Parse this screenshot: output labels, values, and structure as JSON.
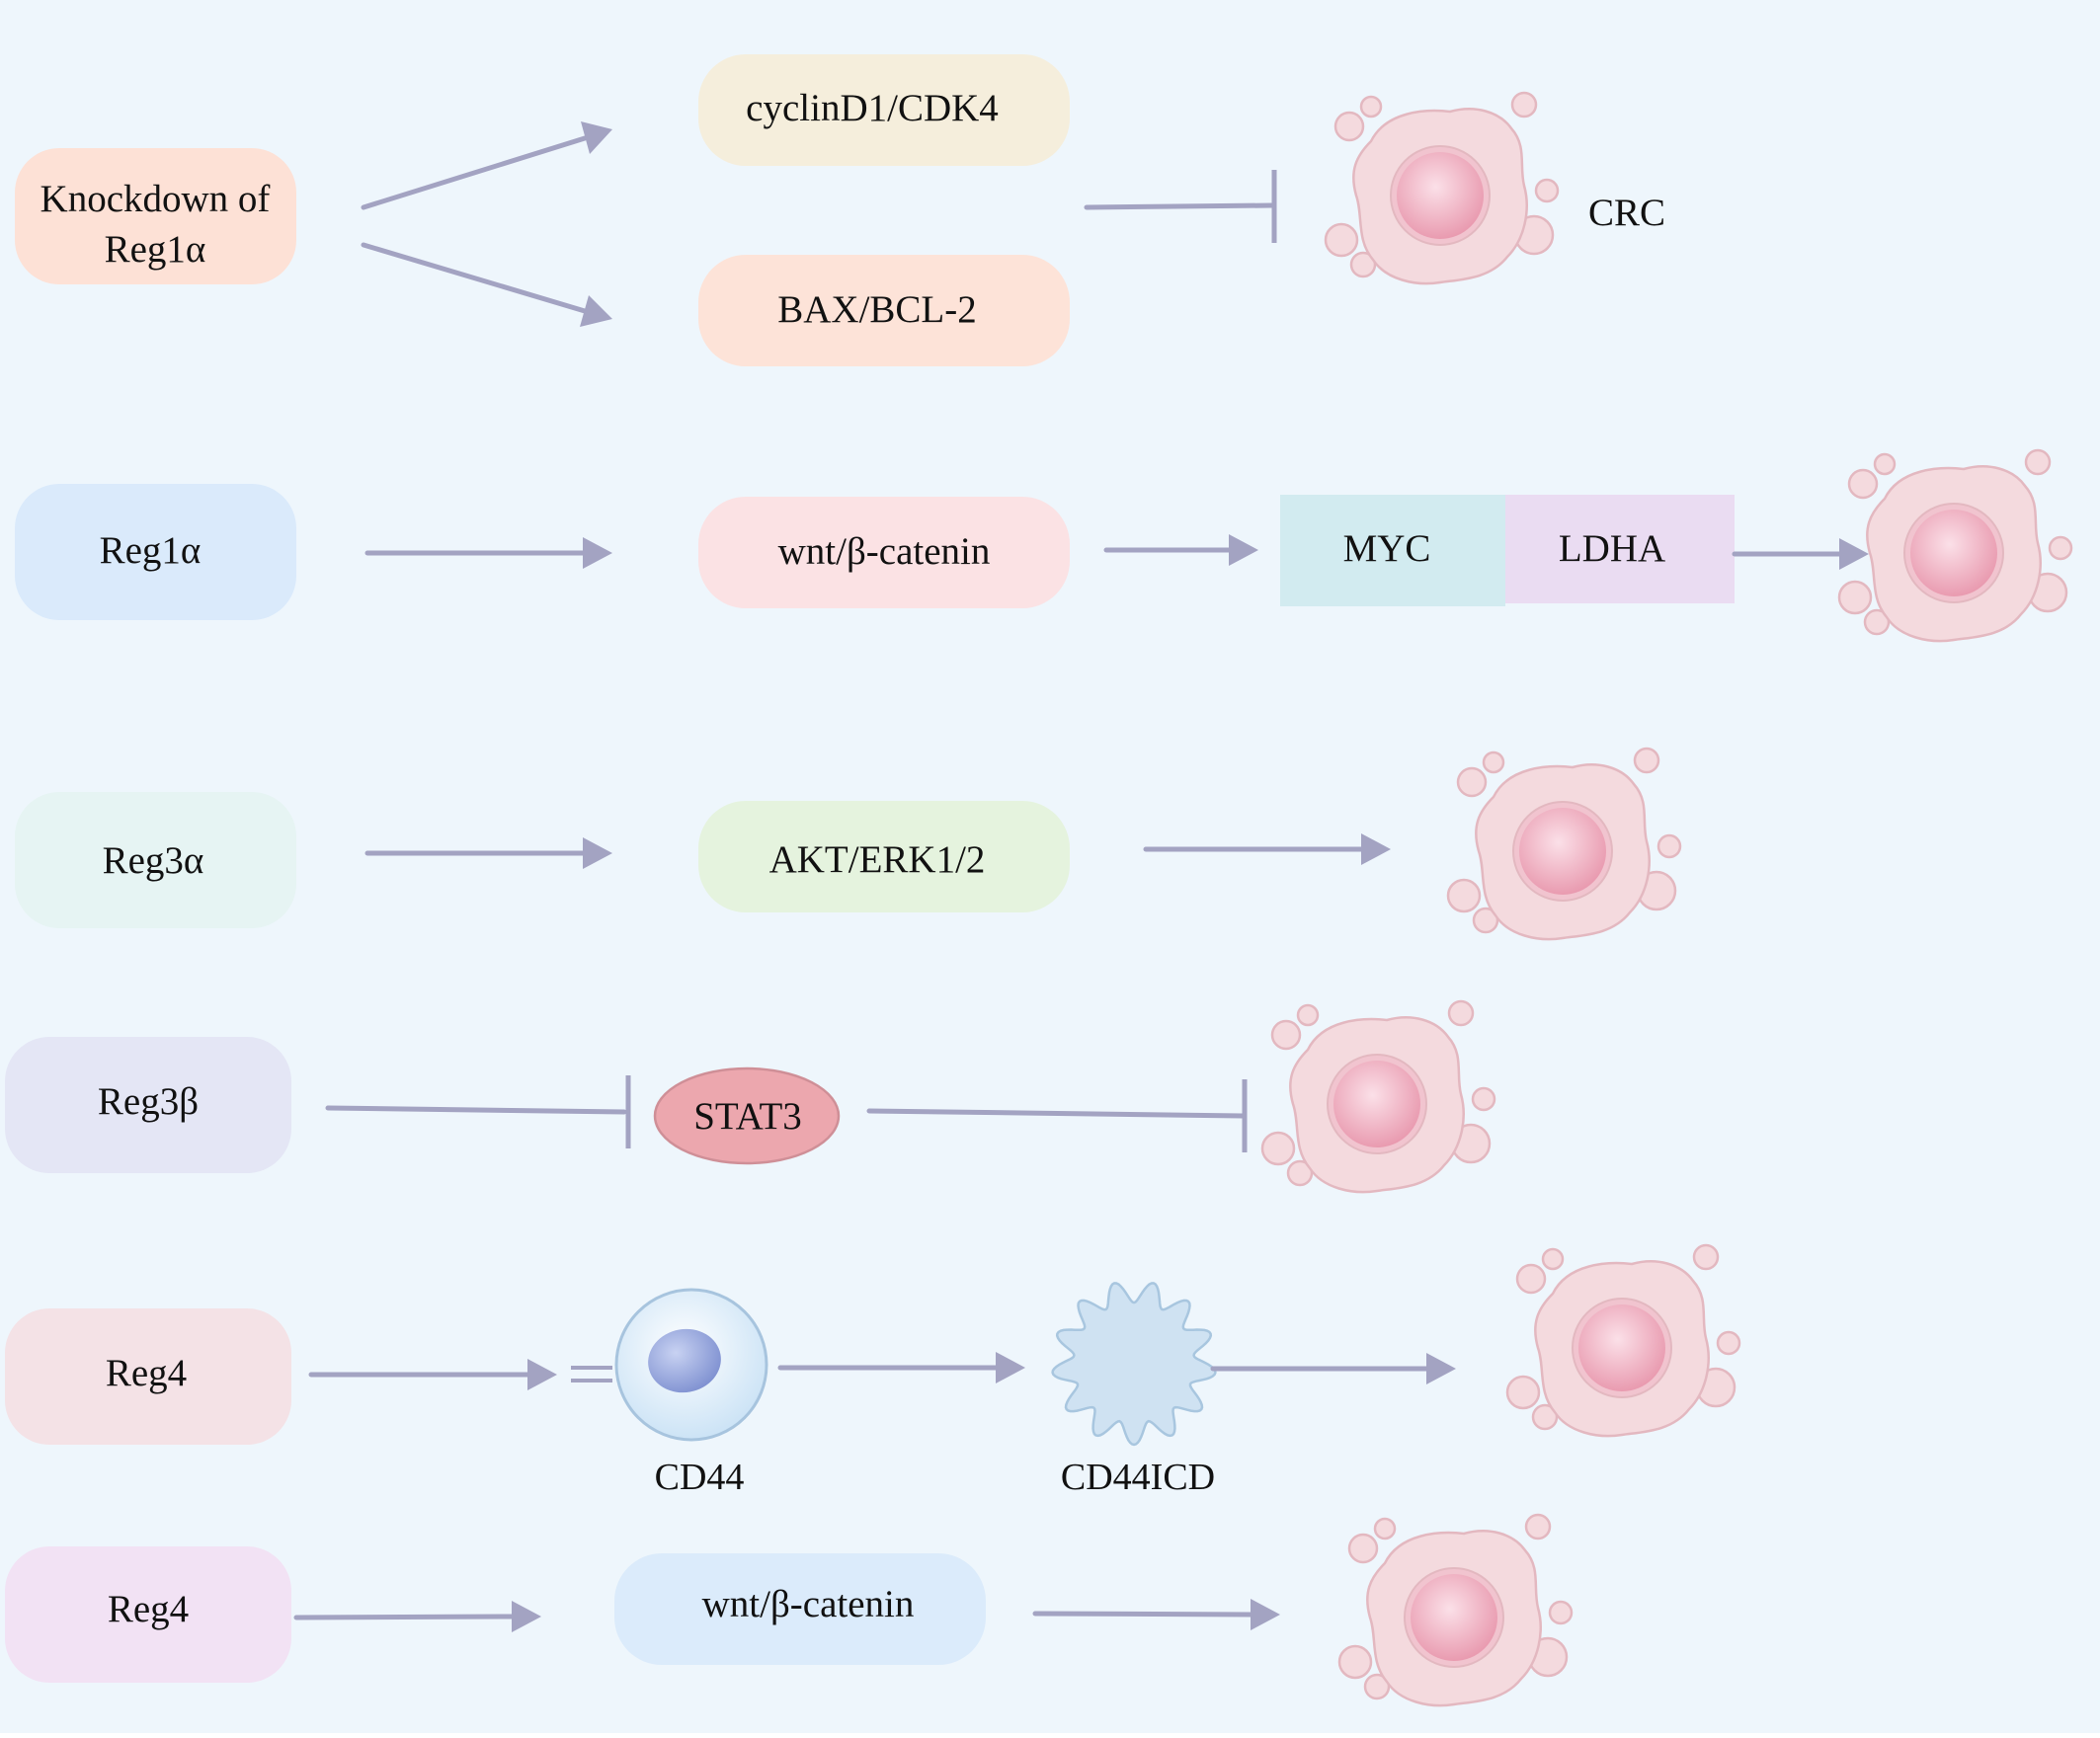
{
  "colors": {
    "background": "#eef6fc",
    "arrow": "#a3a3c2",
    "cell_body": "#f4dade",
    "cell_outline": "#e3b8c0",
    "nucleus": "#eeaebd",
    "stat3_fill": "#eca7ae",
    "cd44icd_fill": "#cfe2f2"
  },
  "rows": [
    {
      "source": {
        "label": [
          "Knockdown of",
          "Reg1α"
        ],
        "color": "#fde1d6"
      },
      "targets": [
        {
          "label": "cyclinD1/CDK4",
          "color": "#f5eedc"
        },
        {
          "label": "BAX/BCL-2",
          "color": "#fde3d8"
        }
      ],
      "effect_icon": "inhibit-bar-icon",
      "outcome": "CRC"
    },
    {
      "source": {
        "label": [
          "Reg1α"
        ],
        "color": "#daeafb"
      },
      "pathway": {
        "label": "wnt/β-catenin",
        "color": "#fbe2e4"
      },
      "markers": [
        {
          "label": "MYC",
          "color": "#d2ebf0"
        },
        {
          "label": "LDHA",
          "color": "#eadcf2"
        }
      ]
    },
    {
      "source": {
        "label": [
          "Reg3α"
        ],
        "color": "#e6f4f3"
      },
      "pathway": {
        "label": "AKT/ERK1/2",
        "color": "#e5f3de"
      }
    },
    {
      "source": {
        "label": [
          "Reg3β"
        ],
        "color": "#e4e6f5"
      },
      "mediator": {
        "label": "STAT3"
      }
    },
    {
      "source": {
        "label": [
          "Reg4"
        ],
        "color": "#f4e2e6"
      },
      "receptor": {
        "label": "CD44"
      },
      "fragment": {
        "label": "CD44ICD"
      }
    },
    {
      "source": {
        "label": [
          "Reg4"
        ],
        "color": "#f2e2f4"
      },
      "pathway": {
        "label": "wnt/β-catenin",
        "color": "#dbebfb"
      }
    }
  ]
}
